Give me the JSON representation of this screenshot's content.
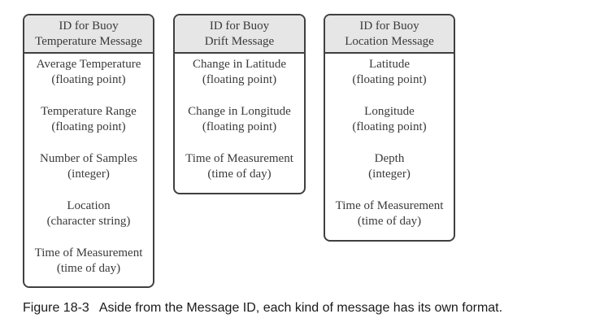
{
  "boxes": [
    {
      "header": [
        "ID for Buoy",
        "Temperature Message"
      ],
      "fields": [
        {
          "name": "Average Temperature",
          "type": "(floating point)"
        },
        {
          "name": "Temperature Range",
          "type": "(floating point)"
        },
        {
          "name": "Number of Samples",
          "type": "(integer)"
        },
        {
          "name": "Location",
          "type": "(character string)"
        },
        {
          "name": "Time of Measurement",
          "type": "(time of day)"
        }
      ]
    },
    {
      "header": [
        "ID for Buoy",
        "Drift Message"
      ],
      "fields": [
        {
          "name": "Change in Latitude",
          "type": "(floating point)"
        },
        {
          "name": "Change in Longitude",
          "type": "(floating point)"
        },
        {
          "name": "Time of Measurement",
          "type": "(time of day)"
        }
      ]
    },
    {
      "header": [
        "ID for Buoy",
        "Location Message"
      ],
      "fields": [
        {
          "name": "Latitude",
          "type": "(floating point)"
        },
        {
          "name": "Longitude",
          "type": "(floating point)"
        },
        {
          "name": "Depth",
          "type": "(integer)"
        },
        {
          "name": "Time of Measurement",
          "type": "(time of day)"
        }
      ]
    }
  ],
  "caption": {
    "label": "Figure 18-3",
    "text": "Aside from the Message ID, each kind of message has its own format."
  }
}
